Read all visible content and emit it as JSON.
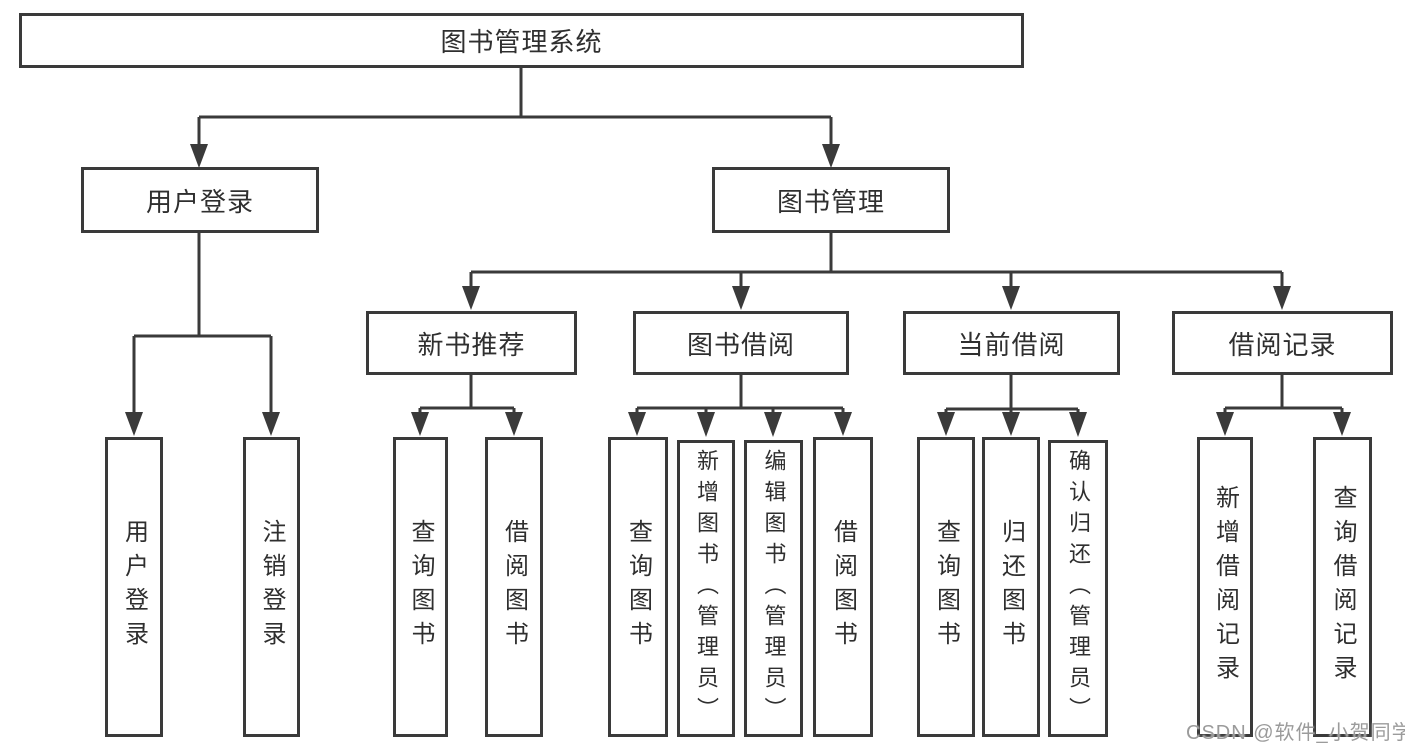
{
  "diagram": {
    "root": {
      "label": "图书管理系统"
    },
    "branches": [
      {
        "label": "用户登录",
        "children": [
          {
            "label": "用户登录"
          },
          {
            "label": "注销登录"
          }
        ]
      },
      {
        "label": "图书管理",
        "children": [
          {
            "label": "新书推荐",
            "children": [
              {
                "label": "查询图书"
              },
              {
                "label": "借阅图书"
              }
            ]
          },
          {
            "label": "图书借阅",
            "children": [
              {
                "label": "查询图书"
              },
              {
                "label": "新增图书（管理员）"
              },
              {
                "label": "编辑图书（管理员）"
              },
              {
                "label": "借阅图书"
              }
            ]
          },
          {
            "label": "当前借阅",
            "children": [
              {
                "label": "查询图书"
              },
              {
                "label": "归还图书"
              },
              {
                "label": "确认归还（管理员）"
              }
            ]
          },
          {
            "label": "借阅记录",
            "children": [
              {
                "label": "新增借阅记录"
              },
              {
                "label": "查询借阅记录"
              }
            ]
          }
        ]
      }
    ]
  },
  "watermark": {
    "text": "CSDN @软件_小贺同学"
  },
  "colors": {
    "line": "#3a3a3a",
    "text": "#2f2f2f",
    "box_background": "#ffffff",
    "page_background": "#ffffff",
    "watermark": "#9b9b9b"
  }
}
